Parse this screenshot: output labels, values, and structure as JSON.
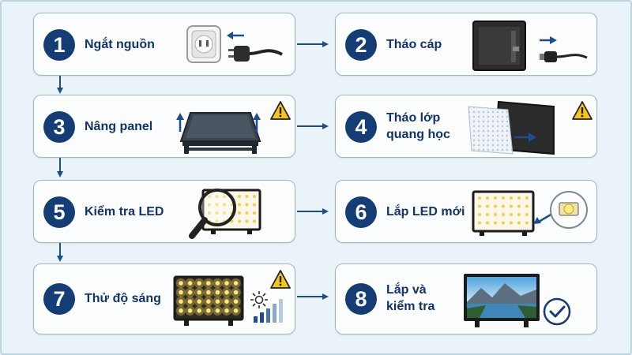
{
  "colors": {
    "navy": "#153d75",
    "card_border": "#9db7cc",
    "background": "#e9f3f8",
    "warning": "#f5c518",
    "led_glow": "#f4d03f"
  },
  "steps": [
    {
      "number": "1",
      "title": "Ngắt nguồn",
      "icons": [
        "power-outlet-icon",
        "power-plug-icon",
        "arrow-left-icon"
      ]
    },
    {
      "number": "2",
      "title": "Tháo cáp",
      "icons": [
        "tv-back-panel-icon",
        "cable-connector-icon",
        "arrow-right-icon"
      ]
    },
    {
      "number": "3",
      "title": "Nâng panel",
      "icons": [
        "tv-panel-lift-icon",
        "arrow-up-icon",
        "warning-icon"
      ]
    },
    {
      "number": "4",
      "title": "Tháo lớp\nquang học",
      "icons": [
        "diffuser-sheet-icon",
        "led-backplate-icon",
        "arrow-right-icon",
        "warning-icon"
      ]
    },
    {
      "number": "5",
      "title": "Kiểm tra LED",
      "icons": [
        "led-tv-icon",
        "magnifier-icon"
      ]
    },
    {
      "number": "6",
      "title": "Lắp LED mới",
      "icons": [
        "led-tv-icon",
        "led-chip-icon",
        "arrow-left-icon"
      ]
    },
    {
      "number": "7",
      "title": "Thử độ sáng",
      "icons": [
        "led-tv-lit-icon",
        "sun-icon",
        "brightness-bars-icon",
        "warning-icon"
      ]
    },
    {
      "number": "8",
      "title": "Lắp và\nkiểm tra",
      "icons": [
        "tv-landscape-icon",
        "checkmark-circle-icon"
      ]
    }
  ]
}
